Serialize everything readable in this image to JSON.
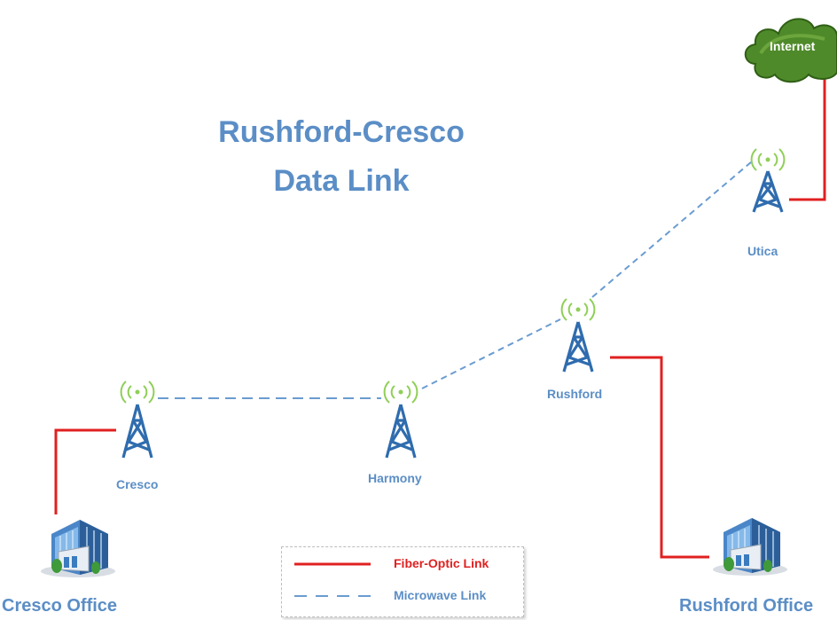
{
  "title": {
    "line1": "Rushford-Cresco",
    "line2": "Data Link"
  },
  "cloud": {
    "label": "Internet"
  },
  "towers": {
    "utica": {
      "label": "Utica"
    },
    "rushford": {
      "label": "Rushford"
    },
    "harmony": {
      "label": "Harmony"
    },
    "cresco": {
      "label": "Cresco"
    }
  },
  "offices": {
    "cresco": {
      "label": "Cresco Office"
    },
    "rushford": {
      "label": "Rushford Office"
    }
  },
  "legend": {
    "fiber": {
      "label": "Fiber-Optic Link",
      "color": "#e02020"
    },
    "microwave": {
      "label": "Microwave Link",
      "color": "#6a9cd0"
    }
  },
  "colors": {
    "tower": "#2f6cae",
    "signal": "#8fcf57",
    "label": "#5b8ec6",
    "cloud": "#4f8a2a"
  }
}
